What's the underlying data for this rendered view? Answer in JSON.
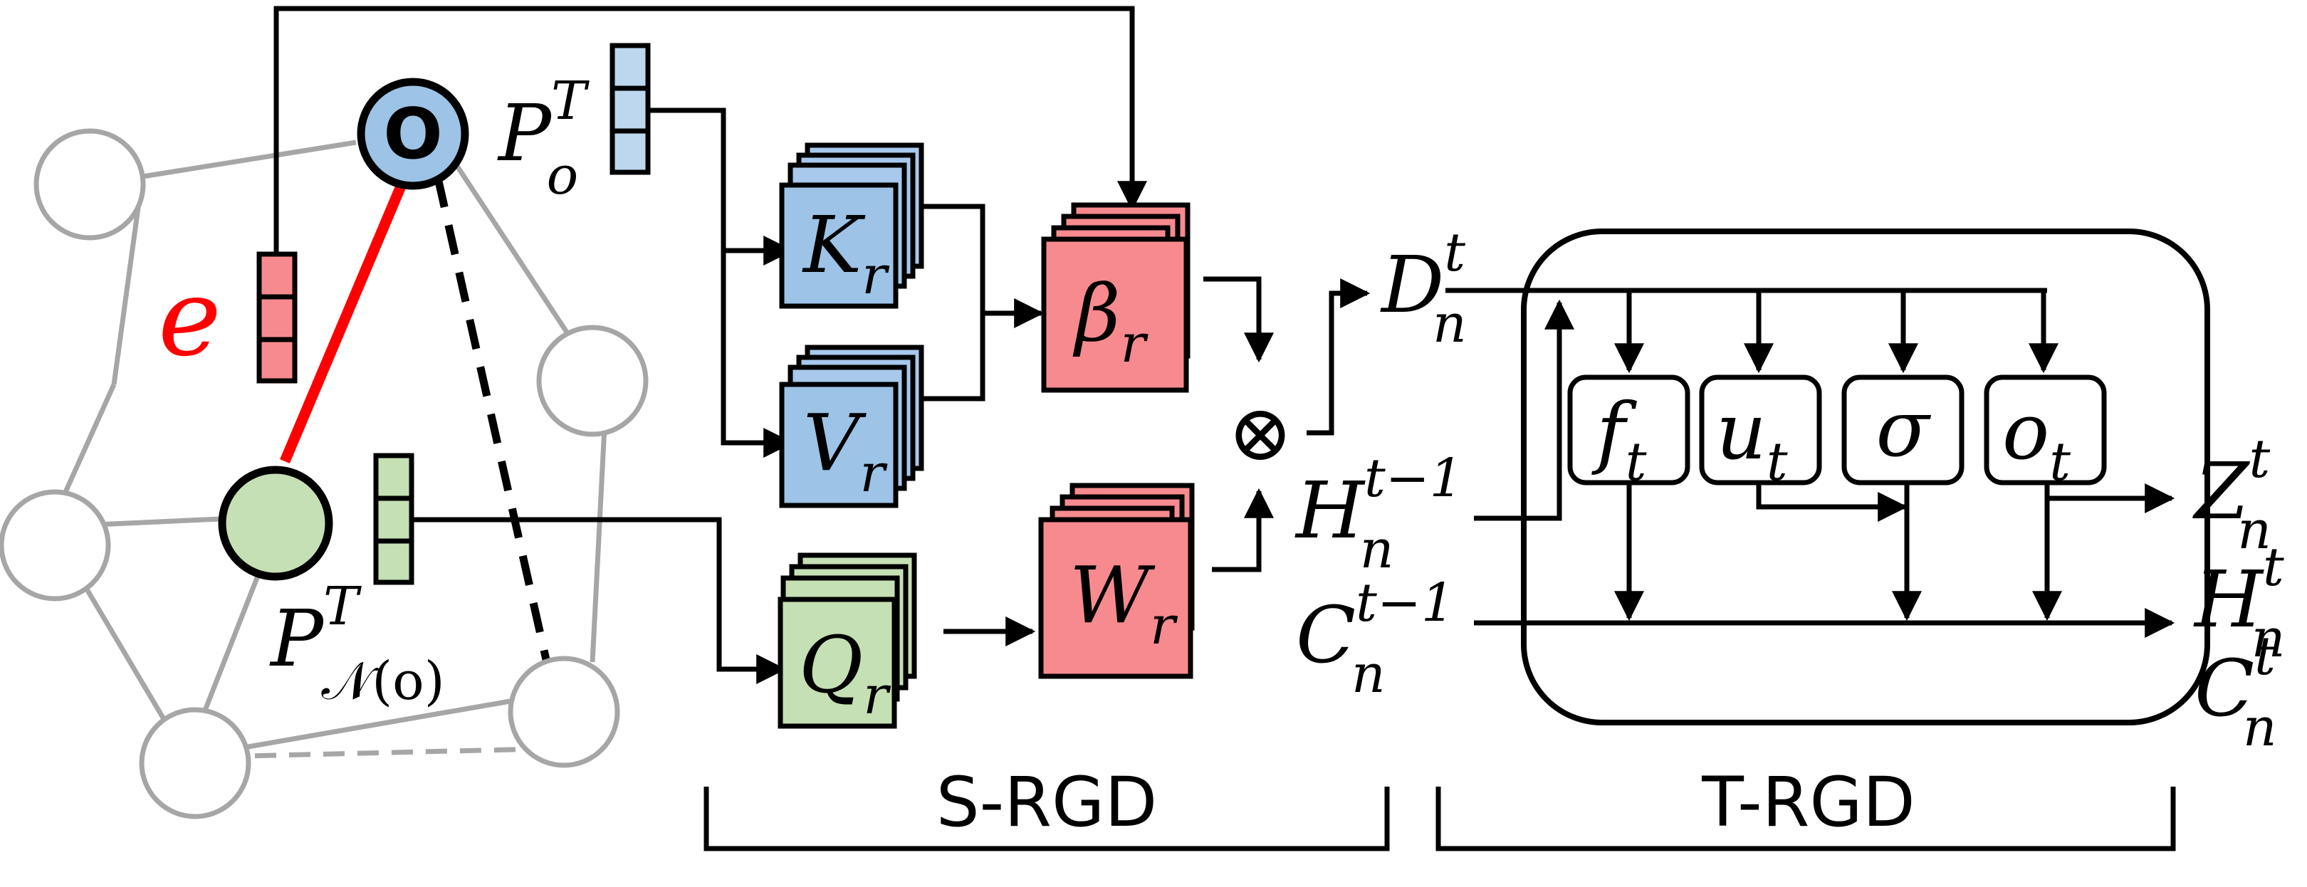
{
  "graph": {
    "center_node_label": "O",
    "edge_label": "e"
  },
  "vectors": {
    "po_base": "P",
    "po_sub": "o",
    "po_sup": "T",
    "pn_base": "P",
    "pn_sub": "𝒩(o)",
    "pn_sup": "T"
  },
  "srgd": {
    "k_base": "K",
    "k_sub": "r",
    "v_base": "V",
    "v_sub": "r",
    "q_base": "Q",
    "q_sub": "r",
    "beta_base": "β",
    "beta_sub": "r",
    "w_base": "W",
    "w_sub": "r",
    "otimes": "⊗",
    "bracket_label": "S-RGD"
  },
  "io": {
    "d_base": "D",
    "d_sub": "n",
    "d_sup": "t",
    "h_in_base": "H",
    "h_in_sub": "n",
    "h_in_sup": "t−1",
    "c_in_base": "C",
    "c_in_sub": "n",
    "c_in_sup": "t−1",
    "z_out_base": "Z",
    "z_out_sub": "n",
    "z_out_sup": "t",
    "h_out_base": "H",
    "h_out_sub": "n",
    "h_out_sup": "t",
    "c_out_base": "C",
    "c_out_sub": "n",
    "c_out_sup": "t"
  },
  "trgd": {
    "f_base": "f",
    "f_sub": "t",
    "u_base": "u",
    "u_sub": "t",
    "sigma": "σ",
    "o_base": "o",
    "o_sub": "t",
    "bracket_label": "T-RGD"
  },
  "colors": {
    "blue_fill": "#a8c8ec",
    "blue_dark": "#6fa0d8",
    "pink_fill": "#f78a8e",
    "green_fill": "#c5e0b4",
    "red_edge": "#ff0000",
    "edge_label": "#ff0000",
    "gray": "#a6a6a6"
  }
}
